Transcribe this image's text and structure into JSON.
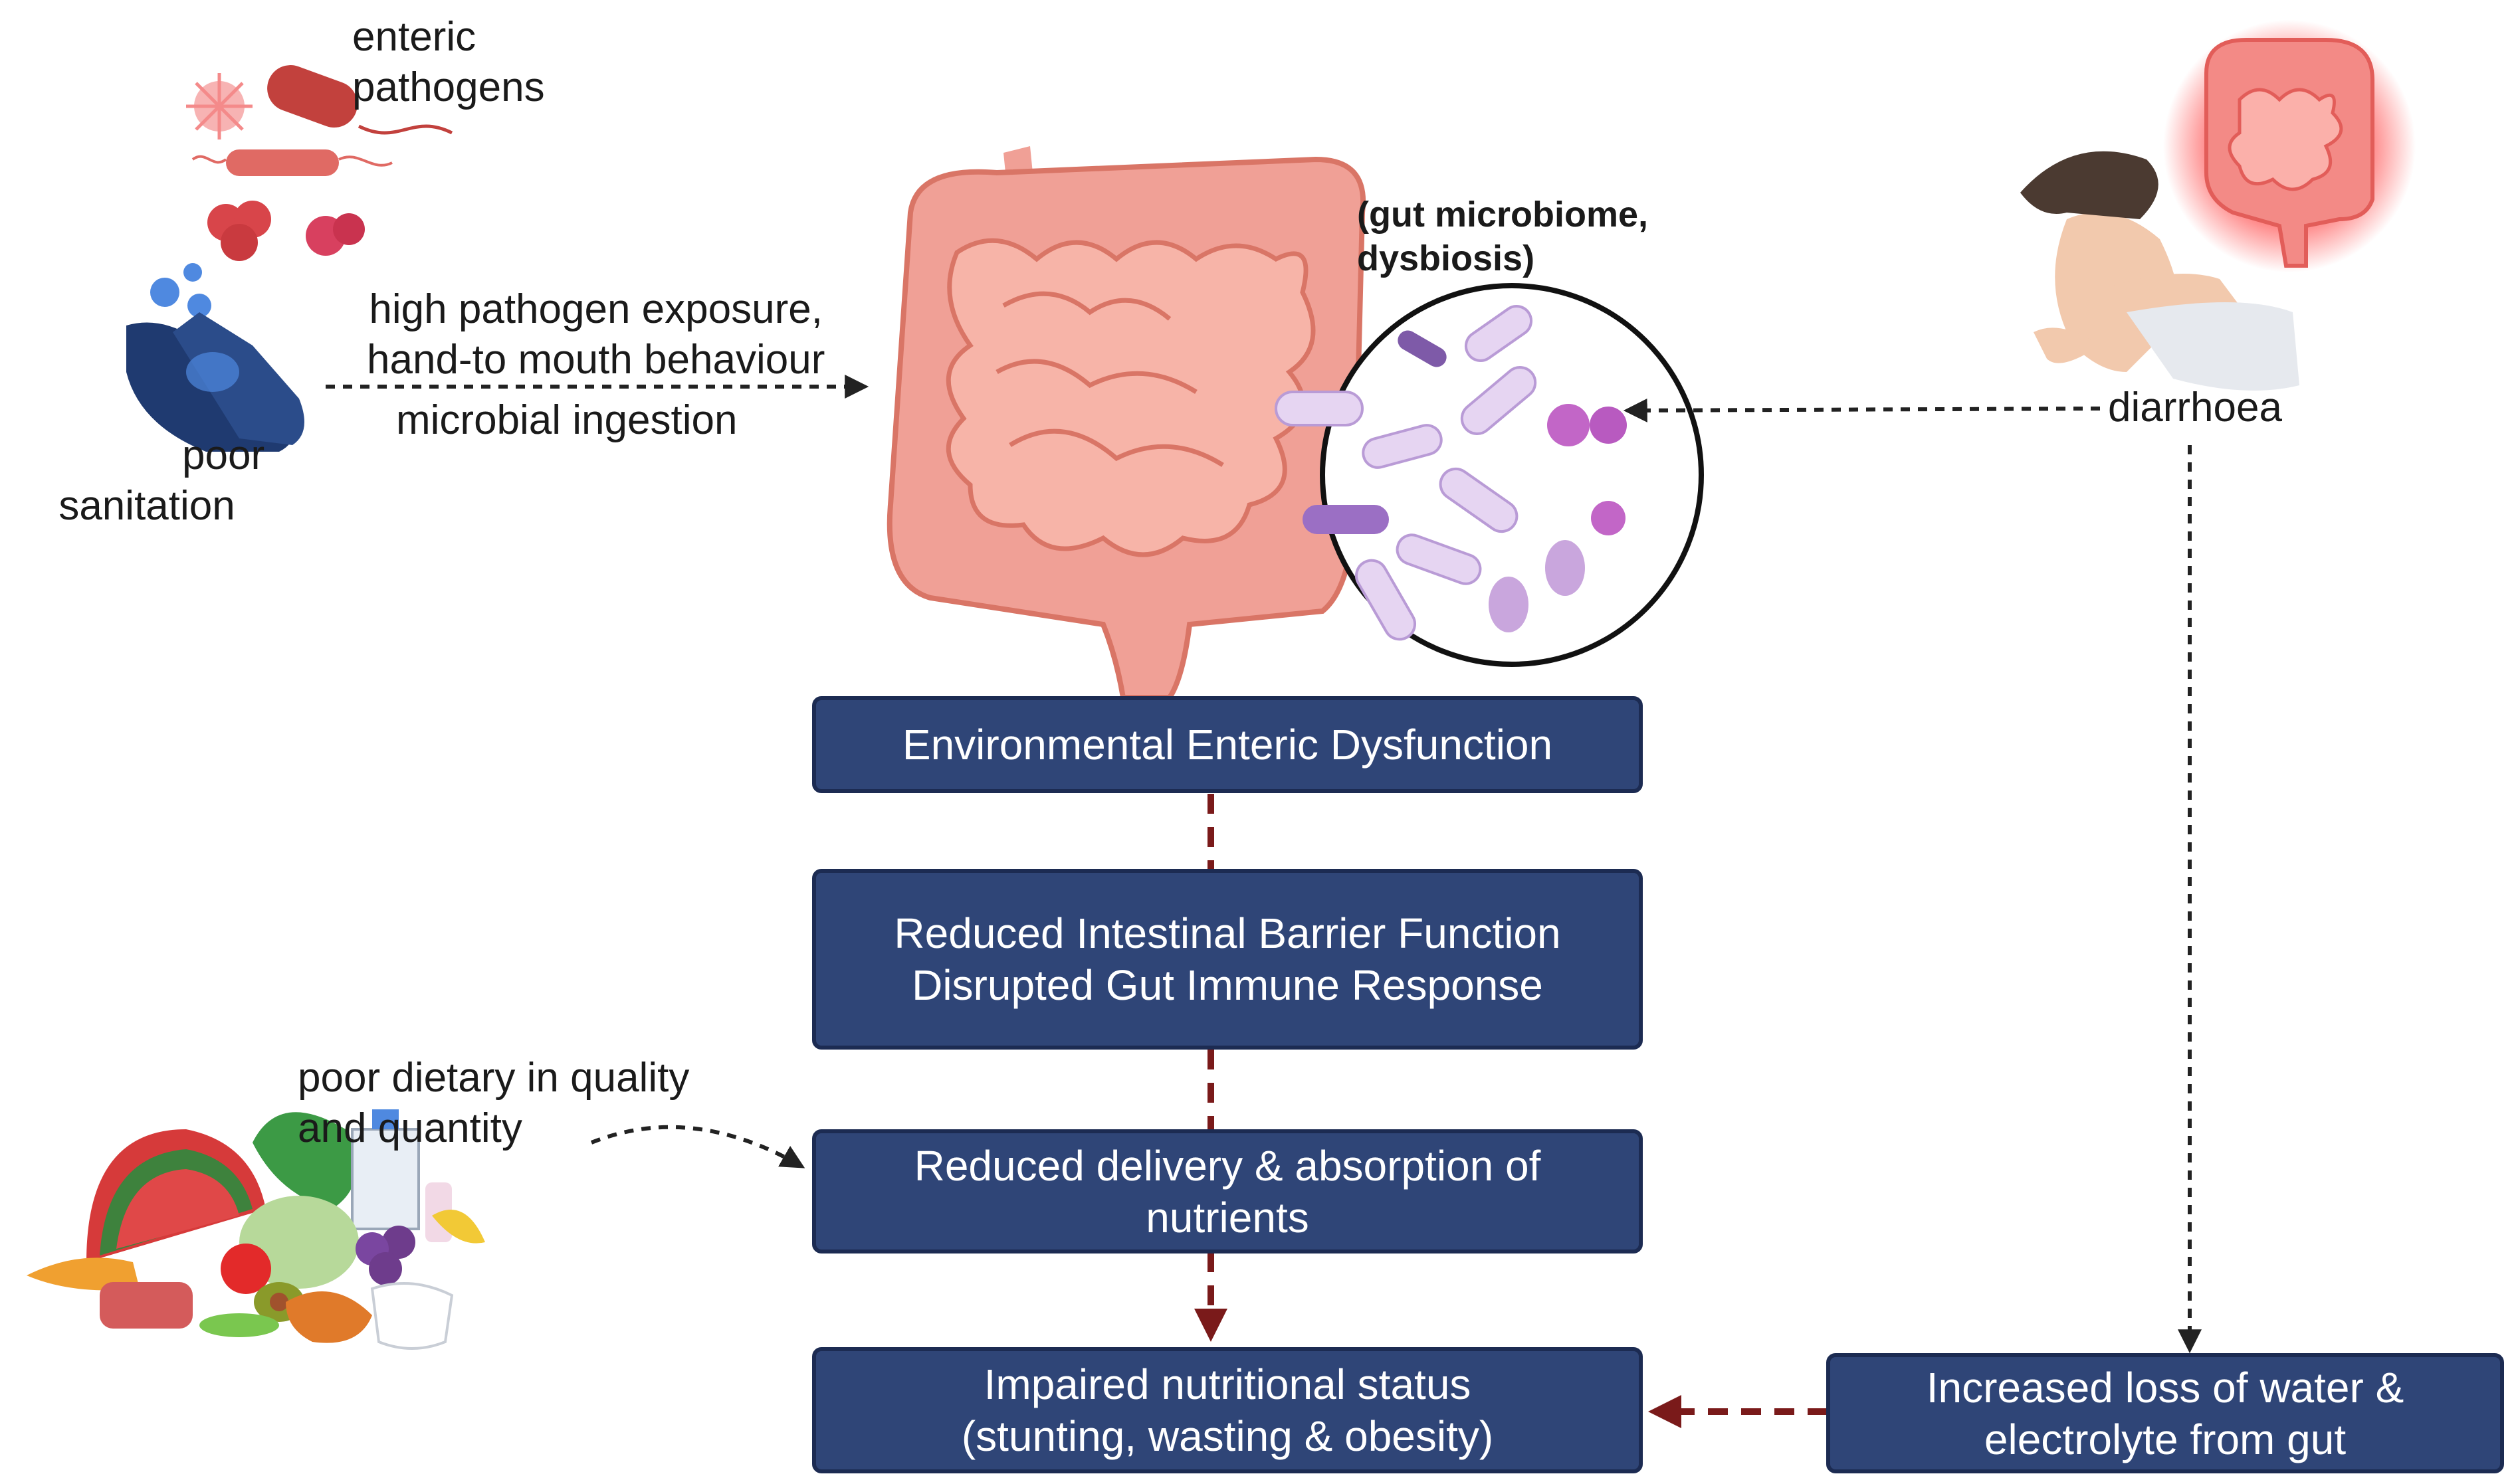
{
  "labels": {
    "enteric_pathogens": [
      "enteric",
      "pathogens"
    ],
    "poor_sanitation": [
      "poor",
      "sanitation"
    ],
    "exposure": [
      "high pathogen exposure,",
      "hand-to mouth behaviour"
    ],
    "microbial_ingestion": "microbial ingestion",
    "microbiome": [
      "(gut microbiome,",
      "dysbiosis)"
    ],
    "diarrhoea": "diarrhoea",
    "poor_diet": [
      "poor dietary in quality",
      "and quantity"
    ]
  },
  "boxes": {
    "eed": [
      "Environmental Enteric Dysfunction"
    ],
    "barrier": [
      "Reduced Intestinal Barrier Function",
      "Disrupted Gut Immune Response"
    ],
    "delivery": [
      "Reduced delivery & absorption of",
      "nutrients"
    ],
    "impaired": [
      "Impaired nutritional status",
      "(stunting, wasting & obesity)"
    ],
    "water_loss": [
      "Increased loss of water &",
      "electrolyte from gut"
    ]
  },
  "colors": {
    "box_fill": "#2f4577",
    "box_border": "#1c2b52",
    "flow_arrow": "#7a1a1a",
    "dotted_arrow": "#222222",
    "intestine": "#f0a096",
    "intestine_dark": "#d97566",
    "microbe": "#b99bd6"
  },
  "icons": [
    "virus-icon",
    "bacteria-icon",
    "handwashing-icon",
    "intestine-icon",
    "microbiome-magnifier-icon",
    "sick-person-icon",
    "inflamed-intestine-icon",
    "food-pile-icon"
  ]
}
